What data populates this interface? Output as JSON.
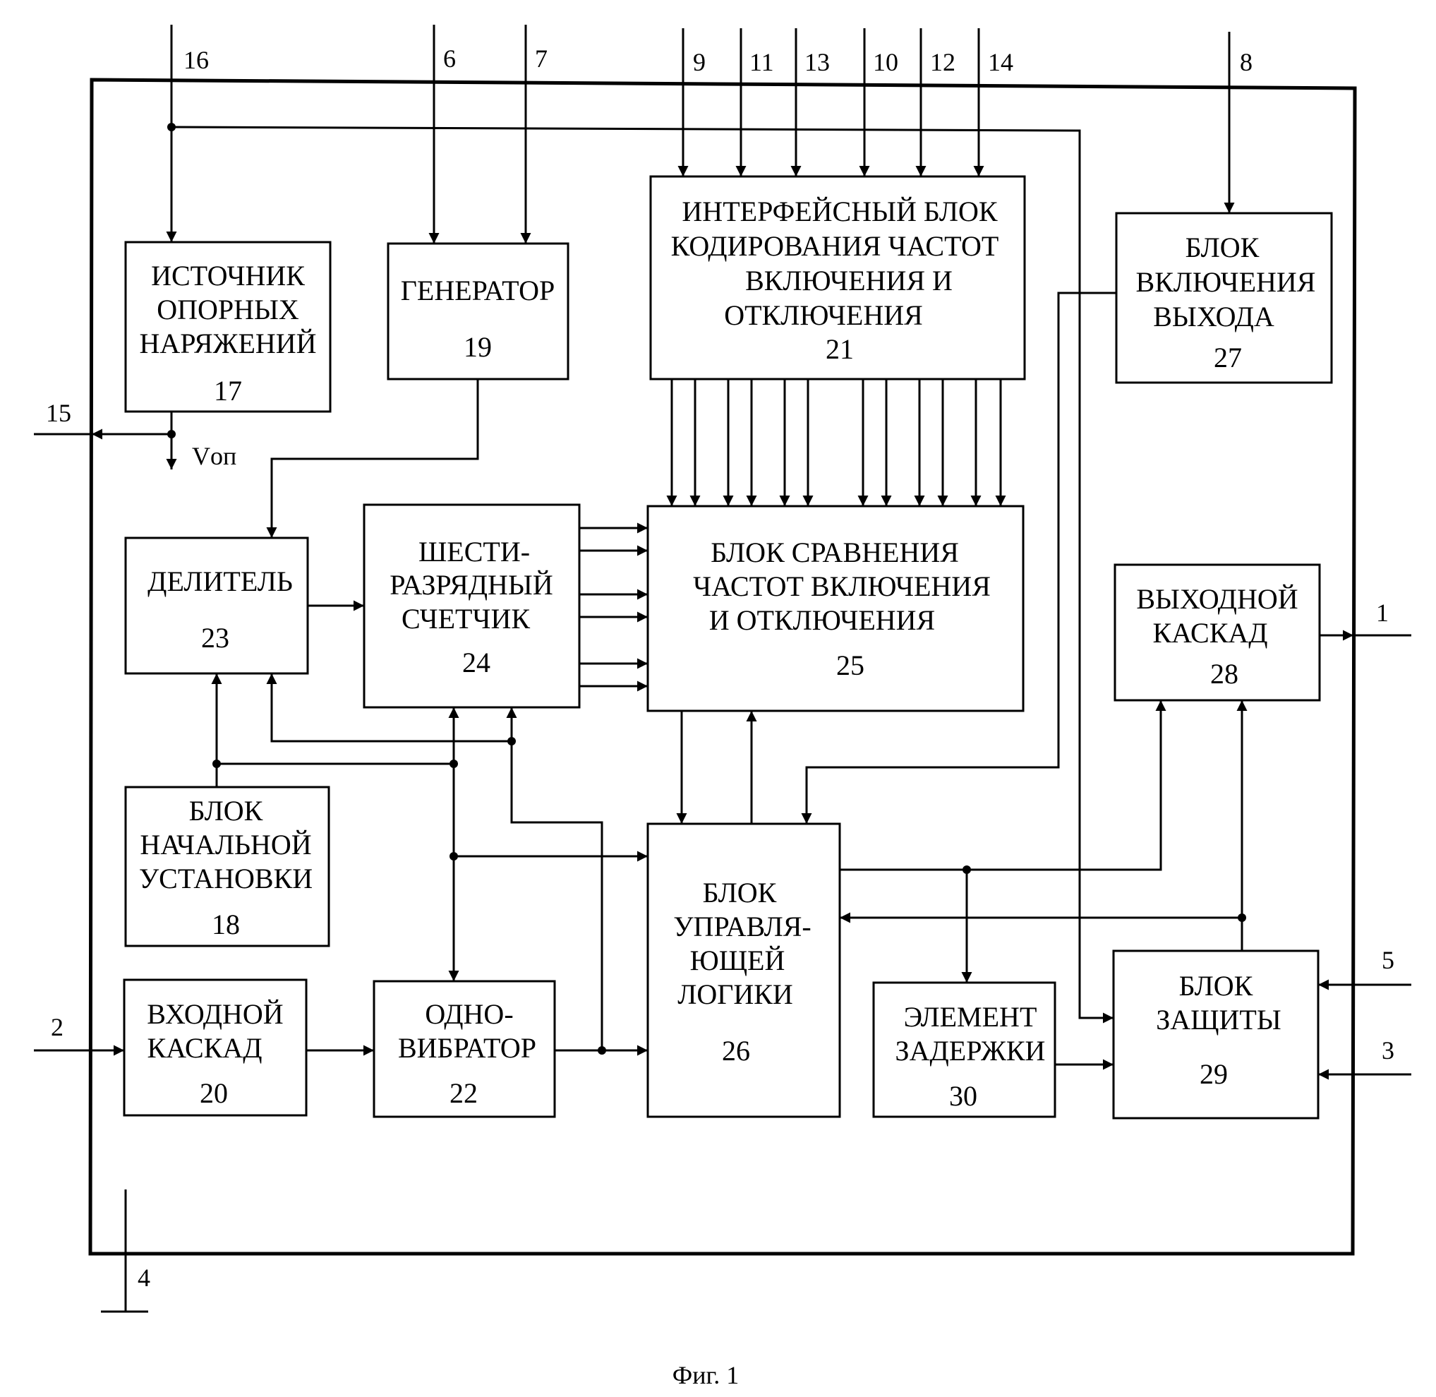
{
  "blocks": {
    "ref_source": {
      "lines": [
        "ИСТОЧНИК",
        "ОПОРНЫХ",
        "НАРЯЖЕНИЙ"
      ],
      "num": "17"
    },
    "generator": {
      "lines": [
        "ГЕНЕРАТОР"
      ],
      "num": "19"
    },
    "interface": {
      "lines": [
        "ИНТЕРФЕЙСНЫЙ БЛОК",
        "КОДИРОВАНИЯ ЧАСТОТ",
        "ВКЛЮЧЕНИЯ И",
        "ОТКЛЮЧЕНИЯ"
      ],
      "num": "21"
    },
    "output_enable": {
      "lines": [
        "БЛОК",
        "ВКЛЮЧЕНИЯ",
        "ВЫХОДА"
      ],
      "num": "27"
    },
    "divider": {
      "lines": [
        "ДЕЛИТЕЛЬ"
      ],
      "num": "23"
    },
    "counter": {
      "lines": [
        "ШЕСТИ-",
        "РАЗРЯДНЫЙ",
        "СЧЕТЧИК"
      ],
      "num": "24"
    },
    "comparator": {
      "lines": [
        "БЛОК СРАВНЕНИЯ",
        "ЧАСТОТ  ВКЛЮЧЕНИЯ",
        "И ОТКЛЮЧЕНИЯ"
      ],
      "num": "25"
    },
    "output_stage": {
      "lines": [
        "ВЫХОДНОЙ",
        "КАСКАД"
      ],
      "num": "28"
    },
    "init": {
      "lines": [
        "БЛОК",
        "НАЧАЛЬНОЙ",
        "УСТАНОВКИ"
      ],
      "num": "18"
    },
    "logic": {
      "lines": [
        "БЛОК",
        "УПРАВЛЯ-",
        "ЮЩЕЙ",
        "ЛОГИКИ"
      ],
      "num": "26"
    },
    "input_stage": {
      "lines": [
        "ВХОДНОЙ",
        "КАСКАД"
      ],
      "num": "20"
    },
    "oneshot": {
      "lines": [
        "ОДНО-",
        "ВИБРАТОР"
      ],
      "num": "22"
    },
    "delay": {
      "lines": [
        "ЭЛЕМЕНТ",
        "ЗАДЕРЖКИ"
      ],
      "num": "30"
    },
    "protection": {
      "lines": [
        "БЛОК",
        "ЗАЩИТЫ"
      ],
      "num": "29"
    }
  },
  "pins": {
    "p16": "16",
    "p6": "6",
    "p7": "7",
    "p9": "9",
    "p11": "11",
    "p13": "13",
    "p10": "10",
    "p12": "12",
    "p14": "14",
    "p8": "8",
    "p15": "15",
    "p1": "1",
    "p2": "2",
    "p5": "5",
    "p3": "3",
    "p4": "4"
  },
  "vref_label": "Vоп",
  "caption": "Фиг. 1"
}
